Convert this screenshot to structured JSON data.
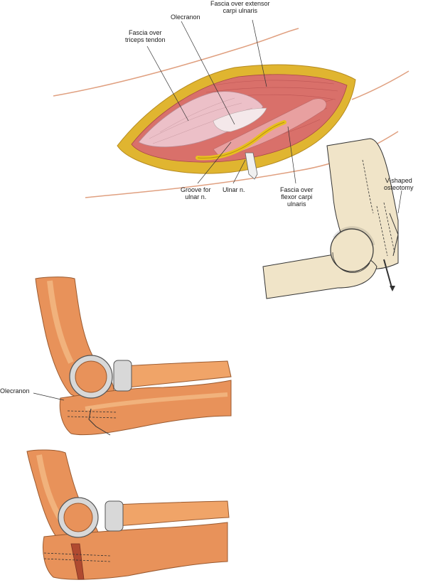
{
  "panels": {
    "incision": {
      "labels": {
        "fascia_ecu": [
          "Fascia over extensor",
          "carpi ulnaris"
        ],
        "olecranon": [
          "Olecranon"
        ],
        "fascia_triceps": [
          "Fascia over",
          "triceps tendon"
        ],
        "groove": [
          "Groove for",
          "ulnar n."
        ],
        "ulnar_nerve": [
          "Ulnar n."
        ],
        "fascia_fcu": [
          "Fascia over",
          "flexor carpi",
          "ulnaris"
        ]
      }
    },
    "osteotomy_sketch": {
      "labels": {
        "v_shaped": [
          "V-shaped",
          "osteotomy"
        ]
      }
    },
    "elbow_top": {
      "labels": {
        "olecranon": [
          "Olecranon"
        ]
      }
    },
    "elbow_bottom": {
      "labels": {}
    }
  },
  "colors": {
    "skin": "#f2c9a8",
    "muscle": "#d9706a",
    "fascia": "#e8b8c0",
    "fat": "#e0b530",
    "nerve": "#e8c020",
    "bone": "#e8925a",
    "bone_light": "#f5c08a",
    "cartilage": "#d8d8d8",
    "sketch_fill": "#f0e4c8",
    "line": "#333333"
  }
}
